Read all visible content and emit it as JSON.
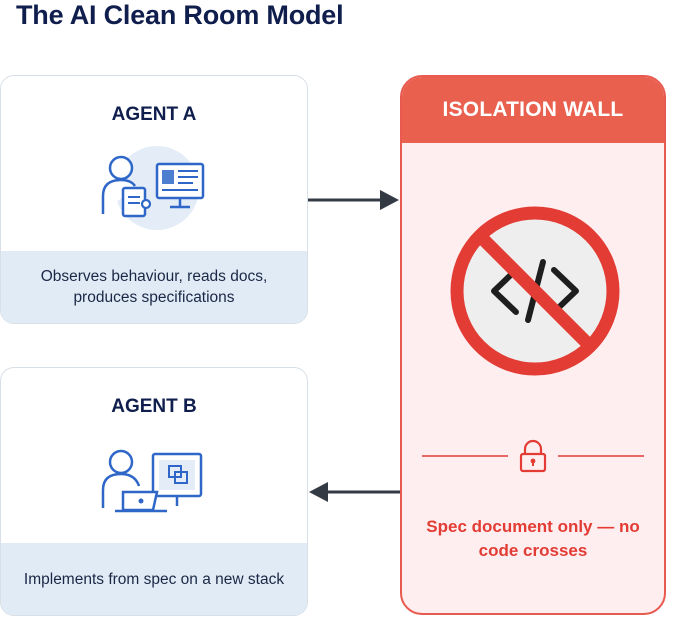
{
  "title": "The AI Clean Room Model",
  "agent_a": {
    "title": "AGENT A",
    "description": "Observes behaviour, reads docs, produces specifications",
    "icon": "person-with-monitor-icon"
  },
  "agent_b": {
    "title": "AGENT B",
    "description": "Implements from spec on a new stack",
    "icon": "person-with-laptop-icon"
  },
  "wall": {
    "title": "ISOLATION WALL",
    "note": "Spec document only — no code crosses",
    "icon_main": "no-code-icon",
    "icon_lock": "lock-icon"
  },
  "colors": {
    "navy": "#0f1e4d",
    "wall_red": "#e9604f",
    "wall_bg": "#ffeef0",
    "accent_blue": "#2f67c8",
    "desc_bg": "#e1ebf6"
  }
}
